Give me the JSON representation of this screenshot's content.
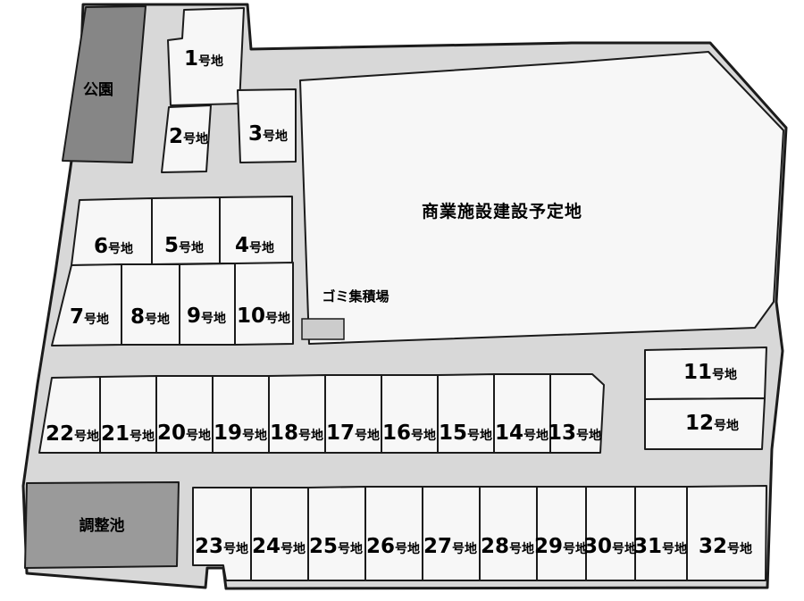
{
  "areas": {
    "park": "公園",
    "commercial": "商業施設建設予定地",
    "garbage": "ゴミ集積場",
    "pond": "調整池"
  },
  "plots": [
    {
      "num": "1",
      "suffix": "号地"
    },
    {
      "num": "2",
      "suffix": "号地"
    },
    {
      "num": "3",
      "suffix": "号地"
    },
    {
      "num": "4",
      "suffix": "号地"
    },
    {
      "num": "5",
      "suffix": "号地"
    },
    {
      "num": "6",
      "suffix": "号地"
    },
    {
      "num": "7",
      "suffix": "号地"
    },
    {
      "num": "8",
      "suffix": "号地"
    },
    {
      "num": "9",
      "suffix": "号地"
    },
    {
      "num": "10",
      "suffix": "号地"
    },
    {
      "num": "11",
      "suffix": "号地"
    },
    {
      "num": "12",
      "suffix": "号地"
    },
    {
      "num": "13",
      "suffix": "号地"
    },
    {
      "num": "14",
      "suffix": "号地"
    },
    {
      "num": "15",
      "suffix": "号地"
    },
    {
      "num": "16",
      "suffix": "号地"
    },
    {
      "num": "17",
      "suffix": "号地"
    },
    {
      "num": "18",
      "suffix": "号地"
    },
    {
      "num": "19",
      "suffix": "号地"
    },
    {
      "num": "20",
      "suffix": "号地"
    },
    {
      "num": "21",
      "suffix": "号地"
    },
    {
      "num": "22",
      "suffix": "号地"
    },
    {
      "num": "23",
      "suffix": "号地"
    },
    {
      "num": "24",
      "suffix": "号地"
    },
    {
      "num": "25",
      "suffix": "号地"
    },
    {
      "num": "26",
      "suffix": "号地"
    },
    {
      "num": "27",
      "suffix": "号地"
    },
    {
      "num": "28",
      "suffix": "号地"
    },
    {
      "num": "29",
      "suffix": "号地"
    },
    {
      "num": "30",
      "suffix": "号地"
    },
    {
      "num": "31",
      "suffix": "号地"
    },
    {
      "num": "32",
      "suffix": "号地"
    }
  ]
}
